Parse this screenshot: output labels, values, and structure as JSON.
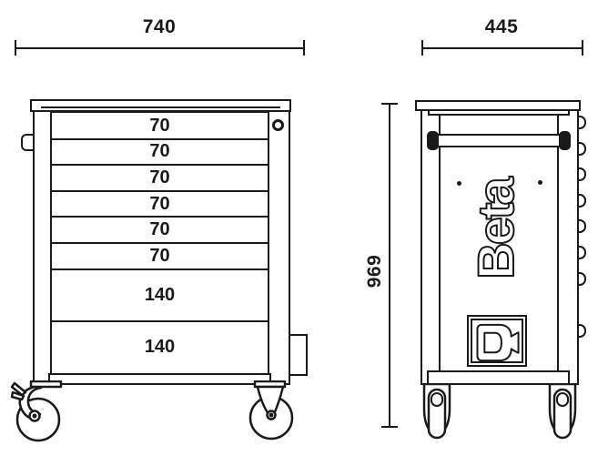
{
  "drawing_type": "tool trolley dimensional drawing",
  "brand": {
    "wordmark": "Beta"
  },
  "dims": {
    "front_width": "740",
    "side_depth": "445",
    "height": "969"
  },
  "drawers": [
    {
      "label": "70",
      "size_mm": 70
    },
    {
      "label": "70",
      "size_mm": 70
    },
    {
      "label": "70",
      "size_mm": 70
    },
    {
      "label": "70",
      "size_mm": 70
    },
    {
      "label": "70",
      "size_mm": 70
    },
    {
      "label": "70",
      "size_mm": 70
    },
    {
      "label": "140",
      "size_mm": 140
    },
    {
      "label": "140",
      "size_mm": 140
    }
  ],
  "colors": {
    "ink": "#1a1a1a",
    "paper": "#ffffff"
  }
}
